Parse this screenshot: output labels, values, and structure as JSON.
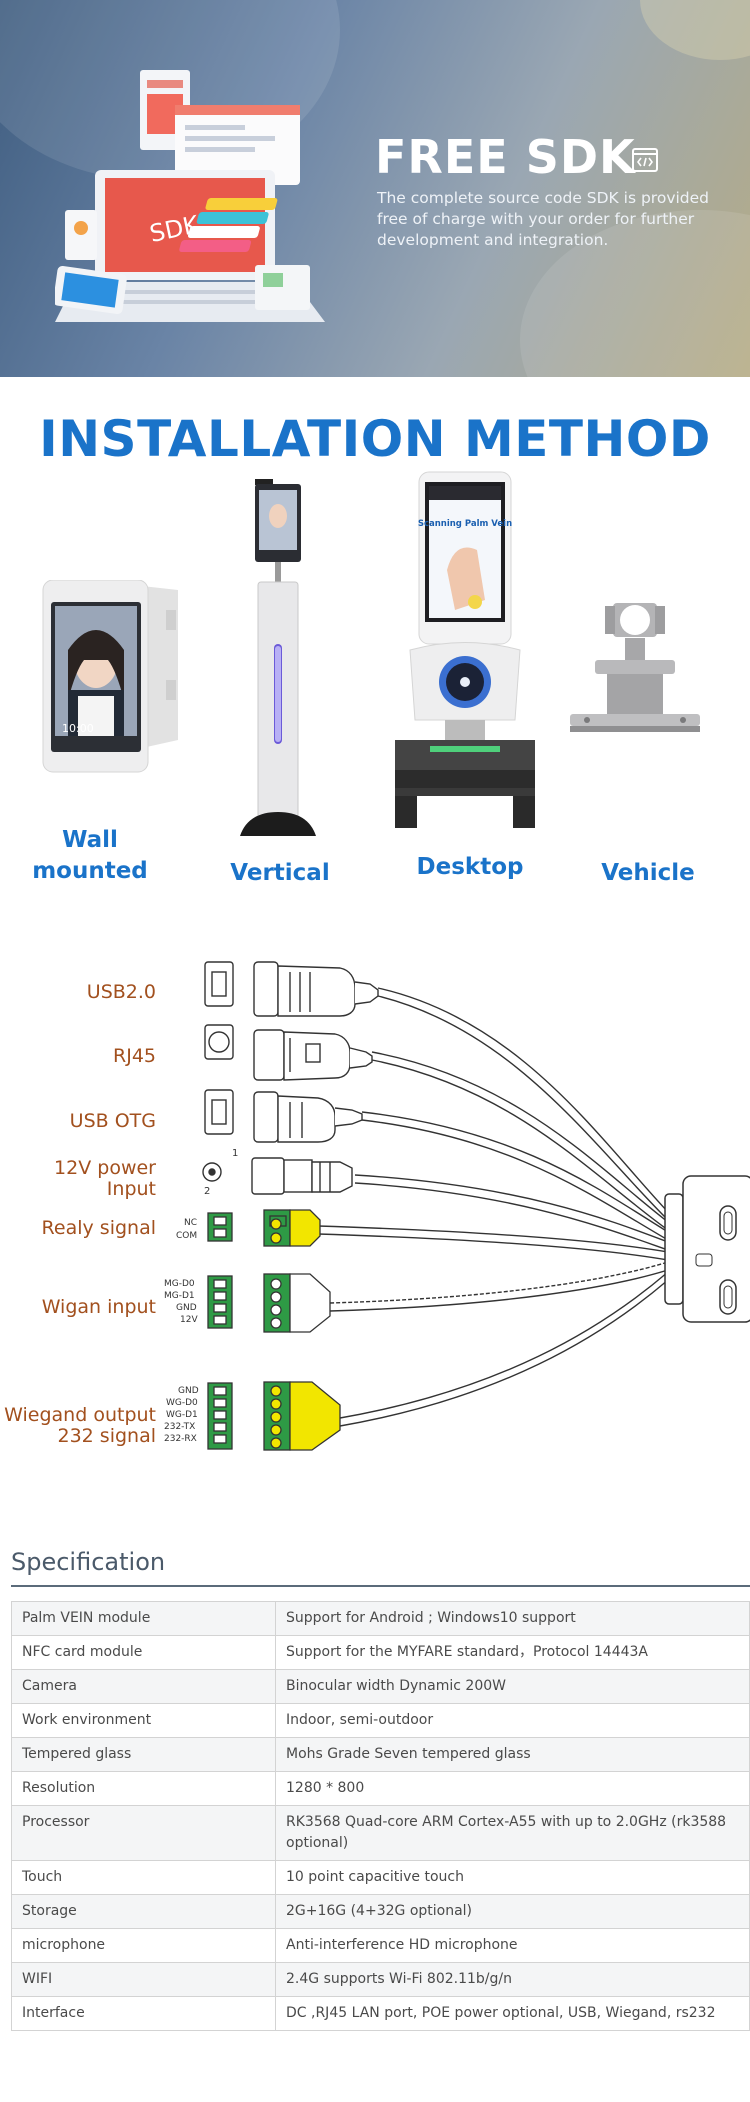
{
  "hero": {
    "title": "FREE SDK",
    "description": "The complete source code SDK is provided free of charge with your order for further development and integration.",
    "illustration_label": "SDK",
    "code_icon": "code-window-icon"
  },
  "installation": {
    "title": "INSTALLATION METHOD",
    "methods": [
      {
        "label": "Wall mounted"
      },
      {
        "label": "Vertical"
      },
      {
        "label": "Desktop"
      },
      {
        "label": "Vehicle"
      }
    ],
    "screen_texts": {
      "wall_time": "10:00",
      "desktop_screen": "Scanning Palm Vein"
    }
  },
  "wiring": {
    "labels": [
      {
        "text": "USB2.0"
      },
      {
        "text": "RJ45"
      },
      {
        "text": "USB OTG"
      },
      {
        "text": "12V power Input"
      },
      {
        "text": "Realy signal"
      },
      {
        "text": "Wigan input"
      },
      {
        "text": "Wiegand output 232 signal"
      }
    ],
    "pins": {
      "relay": [
        "NC",
        "COM"
      ],
      "wigan": [
        "MG-D0",
        "MG-D1",
        "GND",
        "12V"
      ],
      "wiegand": [
        "GND",
        "WG-D0",
        "WG-D1",
        "232-TX",
        "232-RX"
      ],
      "power_pin_1": "1",
      "power_pin_2": "2"
    },
    "colors": {
      "label": "#a2501e",
      "green": "#2e9a45",
      "yellow": "#f2e600"
    }
  },
  "spec": {
    "title": "Specification",
    "rows": [
      {
        "key": "Palm VEIN module",
        "value": "Support for Android ; Windows10 support"
      },
      {
        "key": "NFC card module",
        "value": "Support for the MYFARE standard，Protocol 14443A"
      },
      {
        "key": "Camera",
        "value": "Binocular width Dynamic 200W"
      },
      {
        "key": "Work environment",
        "value": "Indoor, semi-outdoor"
      },
      {
        "key": "Tempered glass",
        "value": "Mohs Grade Seven tempered glass"
      },
      {
        "key": "Resolution",
        "value": "1280 * 800"
      },
      {
        "key": "Processor",
        "value": "RK3568 Quad-core ARM Cortex-A55 with up to 2.0GHz (rk3588 optional)"
      },
      {
        "key": "Touch",
        "value": "10 point capacitive touch"
      },
      {
        "key": "Storage",
        "value": "2G+16G (4+32G optional)"
      },
      {
        "key": "microphone",
        "value": "Anti-interference HD microphone"
      },
      {
        "key": "WIFI",
        "value": "2.4G supports Wi-Fi 802.11b/g/n"
      },
      {
        "key": "Interface",
        "value": "DC ,RJ45 LAN port, POE power optional, USB, Wiegand, rs232"
      }
    ]
  },
  "colors": {
    "accent_blue": "#1a73c9",
    "label_orange": "#a2501e"
  }
}
